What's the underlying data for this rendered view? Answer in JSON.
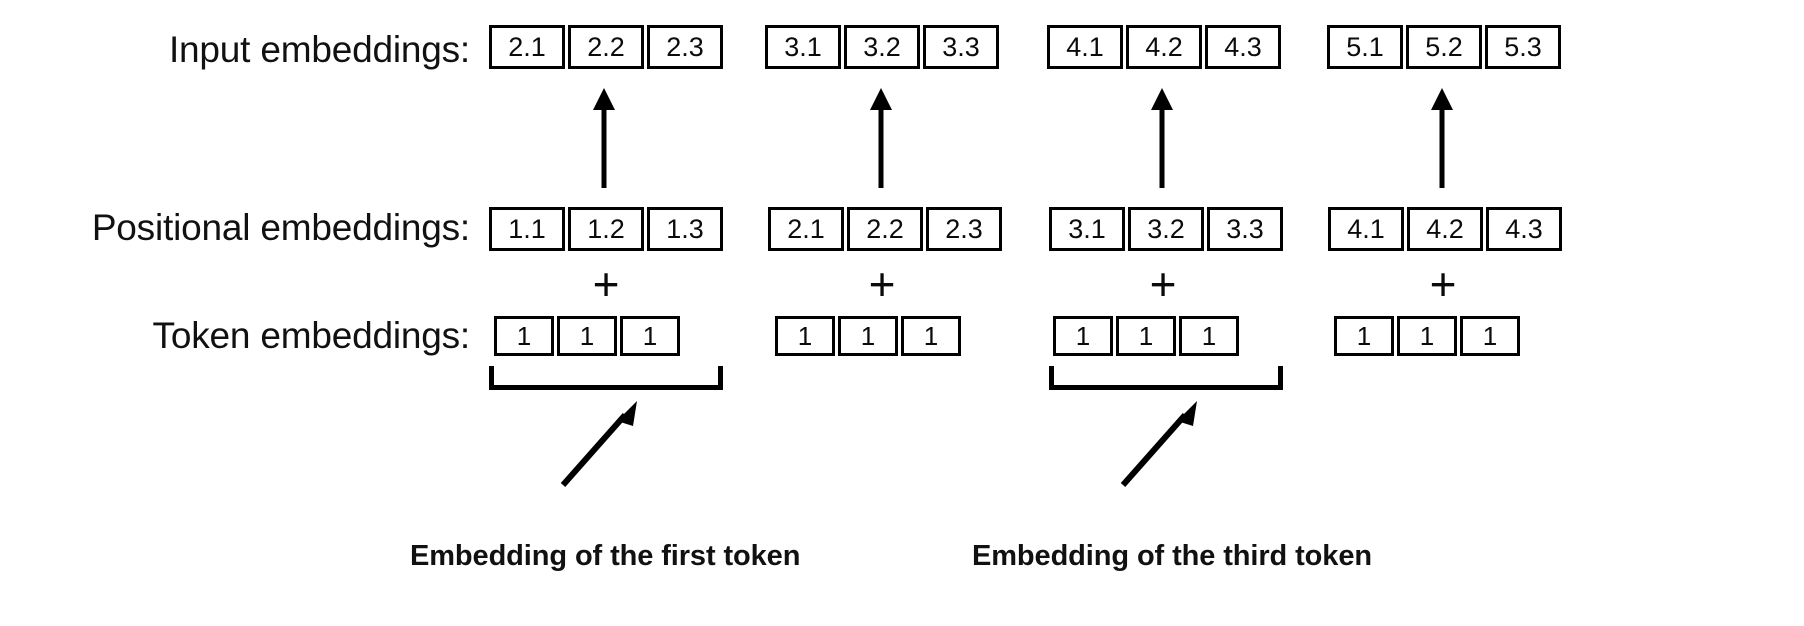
{
  "diagram": {
    "title": "Token and positional embeddings summed into input embeddings",
    "background_color": "#ffffff",
    "stroke_color": "#000000",
    "text_color": "#111111"
  },
  "rows": {
    "input": {
      "label": "Input embeddings:",
      "groups": [
        [
          "2.1",
          "2.2",
          "2.3"
        ],
        [
          "3.1",
          "3.2",
          "3.3"
        ],
        [
          "4.1",
          "4.2",
          "4.3"
        ],
        [
          "5.1",
          "5.2",
          "5.3"
        ]
      ]
    },
    "positional": {
      "label": "Positional embeddings:",
      "groups": [
        [
          "1.1",
          "1.2",
          "1.3"
        ],
        [
          "2.1",
          "2.2",
          "2.3"
        ],
        [
          "3.1",
          "3.2",
          "3.3"
        ],
        [
          "4.1",
          "4.2",
          "4.3"
        ]
      ]
    },
    "token": {
      "label": "Token embeddings:",
      "groups": [
        [
          "1",
          "1",
          "1"
        ],
        [
          "1",
          "1",
          "1"
        ],
        [
          "1",
          "1",
          "1"
        ],
        [
          "1",
          "1",
          "1"
        ]
      ]
    }
  },
  "operators": {
    "plus": "+",
    "plus_count": 4
  },
  "callouts": [
    {
      "text": "Embedding of the first token",
      "target_group_index": 0
    },
    {
      "text": "Embedding of the third token",
      "target_group_index": 2
    }
  ]
}
